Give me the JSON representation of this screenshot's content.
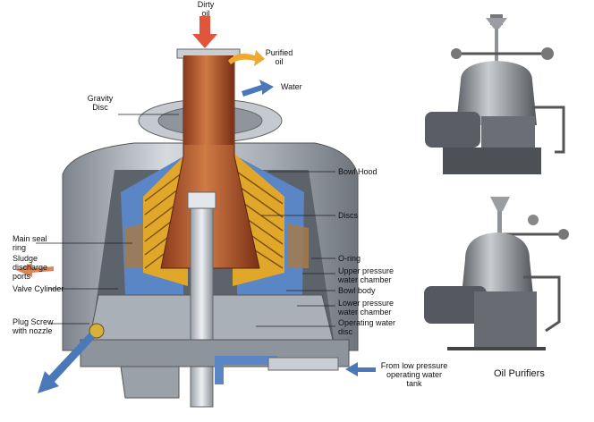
{
  "labels": {
    "dirty_oil": [
      "Dirty",
      "oil"
    ],
    "purified_oil": [
      "Purified",
      "oil"
    ],
    "water": "Water",
    "gravity_disc": [
      "Gravity",
      "Disc"
    ],
    "bowl_hood": "Bowl Hood",
    "discs": "Discs",
    "main_seal_ring": [
      "Main seal",
      "ring"
    ],
    "sludge_ports": [
      "Sludge",
      "discharge",
      "ports"
    ],
    "valve_cylinder": "Valve Cylinder",
    "plug_screw": [
      "Plug Screw",
      "with nozzle"
    ],
    "o_ring": "O-ring",
    "upper_chamber": [
      "Upper pressure",
      "water chamber"
    ],
    "bowl_body": "Bowl body",
    "lower_chamber": [
      "Lower pressure",
      "water chamber"
    ],
    "operating_disc": [
      "Operating water",
      "disc"
    ],
    "from_low_pressure": [
      "From low pressure",
      "operating water",
      "tank"
    ],
    "oil_purifiers": "Oil Purifiers"
  },
  "colors": {
    "arrow_red": "#e0553b",
    "arrow_orange": "#f0a830",
    "arrow_blue": "#4a78b8",
    "steel": "#b9bec6",
    "copper": "#b5542b",
    "disc_yellow": "#e0a72a",
    "water_blue": "#5b86c6"
  }
}
